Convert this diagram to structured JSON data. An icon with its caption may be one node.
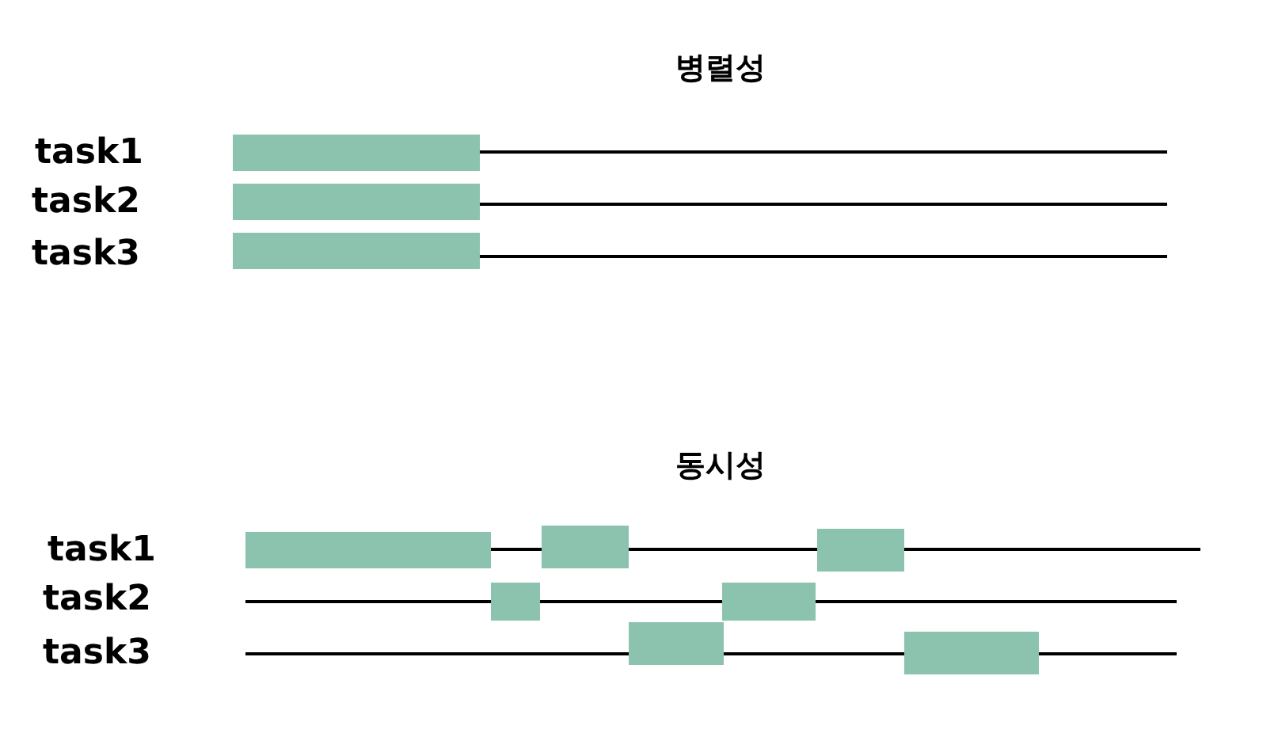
{
  "diagram": {
    "labels": [
      "병렬성",
      "task1",
      "task2",
      "task3",
      "동시성",
      "task1",
      "task2",
      "task3"
    ]
  }
}
